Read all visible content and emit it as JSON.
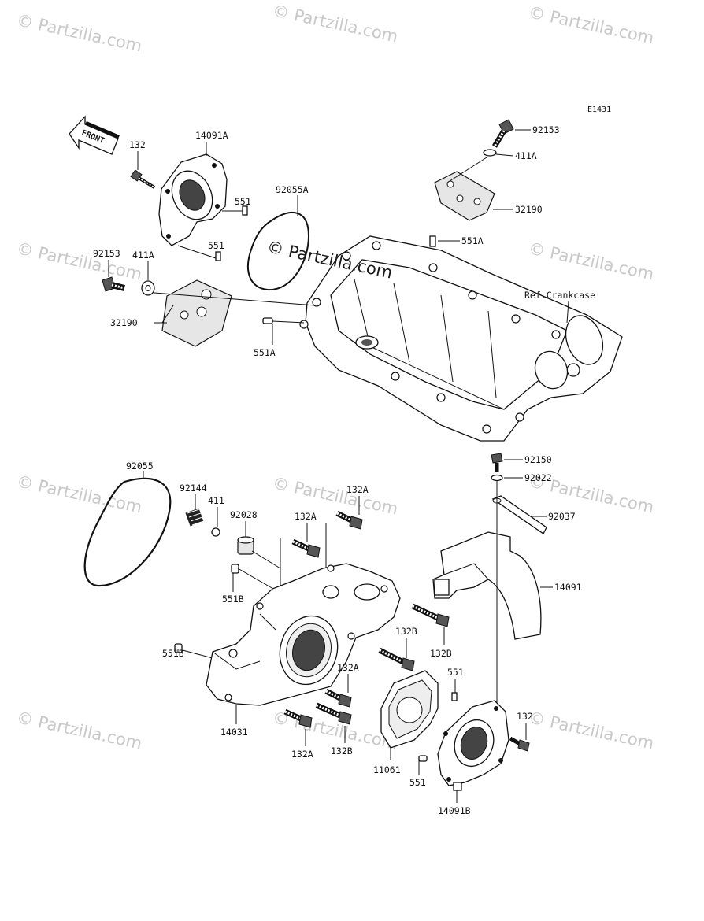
{
  "diagram_code": "E1431",
  "front_arrow": "FRONT",
  "watermark": "© Partzilla.com",
  "ref_label": "Ref.Crankcase",
  "labels": {
    "p_92153_top": "92153",
    "p_411A_top": "411A",
    "p_32190_top": "32190",
    "p_551A_top": "551A",
    "p_132_top": "132",
    "p_14091A": "14091A",
    "p_551_a": "551",
    "p_551_b": "551",
    "p_92055A": "92055A",
    "p_92153_left": "92153",
    "p_411A_left": "411A",
    "p_32190_left": "32190",
    "p_551A_left": "551A",
    "p_92150": "92150",
    "p_92022": "92022",
    "p_92037": "92037",
    "p_14091": "14091",
    "p_92055": "92055",
    "p_92144": "92144",
    "p_411": "411",
    "p_92028": "92028",
    "p_132A_1": "132A",
    "p_132A_2": "132A",
    "p_551B_1": "551B",
    "p_551B_2": "551B",
    "p_132B_1": "132B",
    "p_132B_2": "132B",
    "p_132A_3": "132A",
    "p_551_c": "551",
    "p_14031": "14031",
    "p_132A_4": "132A",
    "p_132B_3": "132B",
    "p_132_bottom": "132",
    "p_11061": "11061",
    "p_551_d": "551",
    "p_14091B": "14091B"
  }
}
